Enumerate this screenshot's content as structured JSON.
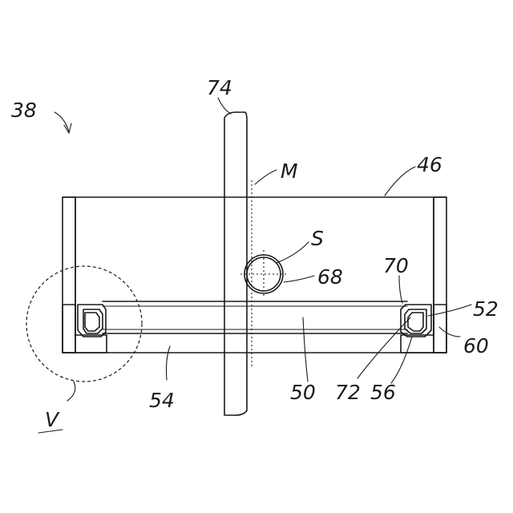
{
  "labels": {
    "assembly": "38",
    "rod": "74",
    "axis": "M",
    "housing": "46",
    "ball": "S",
    "ball_seat": "68",
    "seal_lip": "70",
    "seal_ring": "52",
    "outer_wall": "60",
    "plate": "50",
    "bottom": "54",
    "seal_body": "72",
    "groove": "56",
    "detail": "V"
  },
  "colors": {
    "ink": "#1a1a1a",
    "paper": "#ffffff"
  }
}
